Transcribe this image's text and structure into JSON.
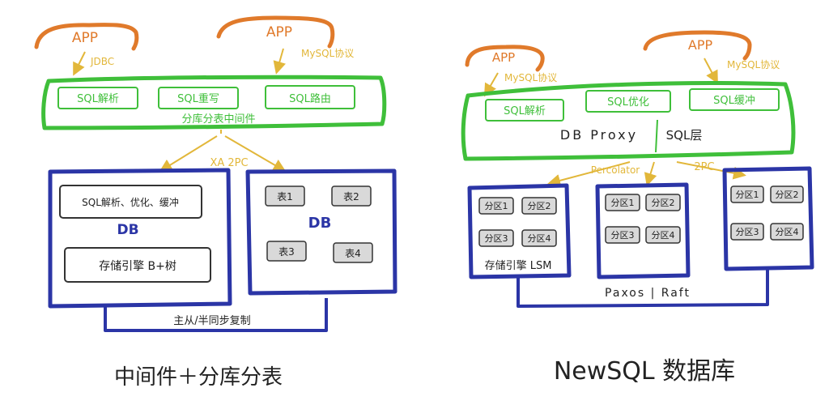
{
  "colors": {
    "app": "#e07a2b",
    "middleware": "#3fbf3a",
    "db": "#2b35a6",
    "arrow": "#e2b73a",
    "ink": "#222222",
    "table_fill": "#d9d9d9"
  },
  "left": {
    "app_left": "APP",
    "app_right": "APP",
    "proto_left": "JDBC",
    "proto_right": "MySQL协议",
    "middleware_cells": [
      "SQL解析",
      "SQL重写",
      "SQL路由"
    ],
    "middleware_label": "分库分表中间件",
    "txn_label": "XA 2PC",
    "db1_top": "SQL解析、优化、缓冲",
    "db1_name": "DB",
    "db1_bottom": "存储引擎 B+树",
    "db2_name": "DB",
    "db2_tables": [
      "表1",
      "表2",
      "表3",
      "表4"
    ],
    "replication": "主从/半同步复制",
    "caption": "中间件＋分库分表"
  },
  "right": {
    "app_left": "APP",
    "app_right": "APP",
    "proto_left": "MySQL协议",
    "proto_right": "MySQL协议",
    "proxy_cells": [
      "SQL解析",
      "SQL优化",
      "SQL缓冲"
    ],
    "proxy_label": "DB Proxy",
    "sql_label": "SQL层",
    "txn_left": "Percolator",
    "txn_right": "2PC",
    "nodes": [
      {
        "shards": [
          "分区1",
          "分区2",
          "分区3",
          "分区4"
        ],
        "label": "存储引擎 LSM"
      },
      {
        "shards": [
          "分区1",
          "分区2",
          "分区3",
          "分区4"
        ]
      },
      {
        "shards": [
          "分区1",
          "分区2",
          "分区3",
          "分区4"
        ]
      }
    ],
    "consensus": "Paxos | Raft",
    "caption": "NewSQL 数据库"
  }
}
